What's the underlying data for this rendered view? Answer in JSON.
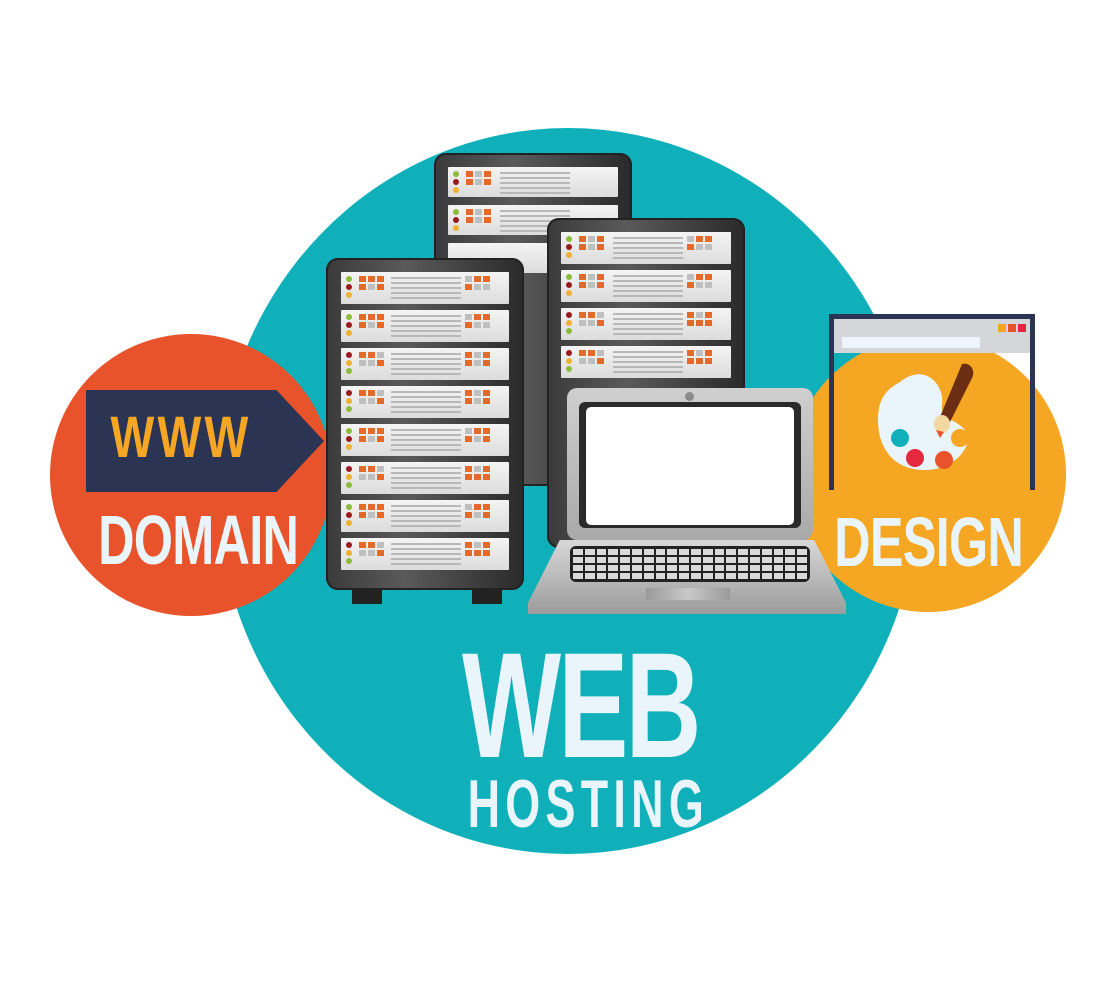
{
  "colors": {
    "teal_circle": "#0fb0ba",
    "domain_circle": "#e8532b",
    "design_circle": "#f5a623",
    "navy": "#2b3452",
    "light_text": "#eaf4fb",
    "www_text": "#f5a623"
  },
  "domain_badge": {
    "banner_text": "WWW",
    "label": "DOMAIN"
  },
  "design_badge": {
    "label": "DESIGN",
    "icons": [
      "browser-window-icon",
      "paint-palette-icon",
      "paint-brush-icon"
    ],
    "palette_colors": [
      "#0fb0ba",
      "#e5283f",
      "#e8532b",
      "#f5a623"
    ],
    "window_dots": [
      "#f5a623",
      "#e8532b",
      "#e5283f"
    ]
  },
  "title": {
    "main": "WEB",
    "sub": "HOSTING"
  },
  "illustration": {
    "server_racks": 3,
    "laptop": "laptop-icon"
  }
}
